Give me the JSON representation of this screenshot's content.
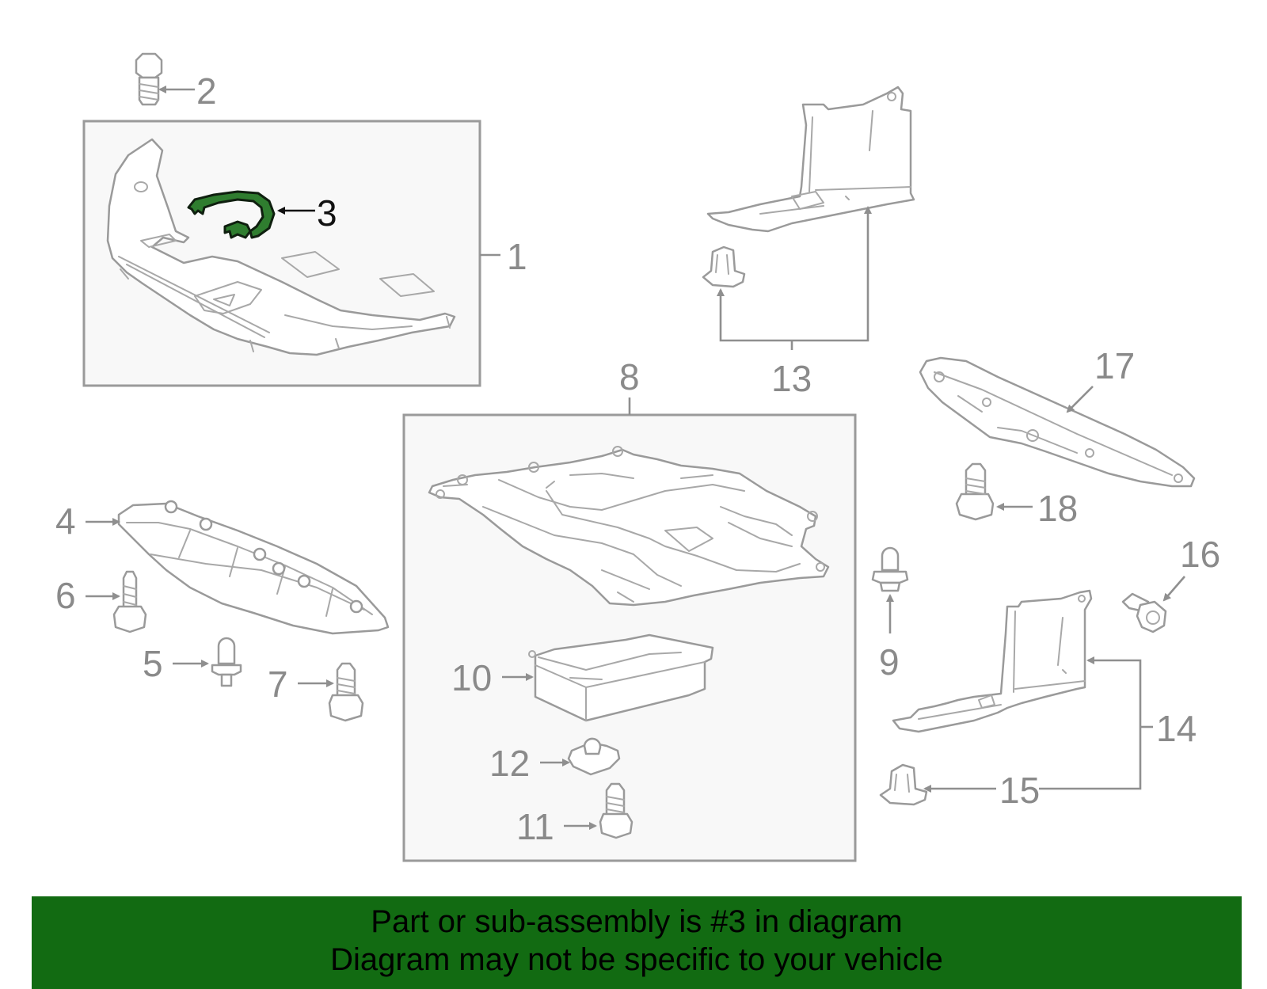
{
  "callouts": {
    "c1": "1",
    "c2": "2",
    "c3": "3",
    "c4": "4",
    "c5": "5",
    "c6": "6",
    "c7": "7",
    "c8": "8",
    "c9": "9",
    "c10": "10",
    "c11": "11",
    "c12": "12",
    "c13": "13",
    "c14": "14",
    "c15": "15",
    "c16": "16",
    "c17": "17",
    "c18": "18"
  },
  "highlighted_part": "3",
  "colors": {
    "highlight_part": "#2f7d2f",
    "banner_background": "#126b12",
    "line_art": "#9a9a9a",
    "callout_text": "#8a8a8a"
  },
  "banner": {
    "line1": "Part or sub-assembly is #3 in diagram",
    "line2": "Diagram may not be specific to your vehicle"
  }
}
